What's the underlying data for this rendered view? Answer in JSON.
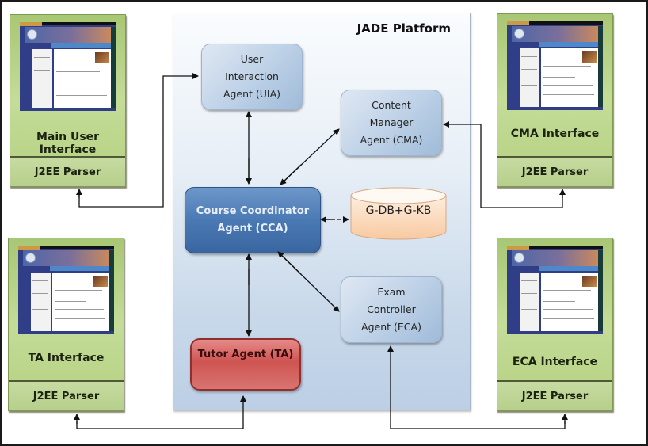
{
  "diagram": {
    "platform_title": "JADE Platform",
    "agents": {
      "uia": "User\nInteraction\nAgent (UIA)",
      "cma": "Content\nManager\nAgent (CMA)",
      "cca": "Course Coordinator\nAgent (CCA)",
      "eca": "Exam\nController\nAgent (ECA)",
      "ta": "Tutor Agent (TA)"
    },
    "database": {
      "label": "G-DB+G-KB"
    },
    "interfaces": [
      {
        "id": "main",
        "label": "Main User Interface",
        "parser": "J2EE Parser"
      },
      {
        "id": "cma",
        "label": "CMA Interface",
        "parser": "J2EE Parser"
      },
      {
        "id": "ta",
        "label": "TA Interface",
        "parser": "J2EE Parser"
      },
      {
        "id": "eca",
        "label": "ECA Interface",
        "parser": "J2EE Parser"
      }
    ],
    "connections": [
      {
        "from": "main-interface",
        "to": "uia",
        "style": "solid",
        "direction": "to-both"
      },
      {
        "from": "cma-interface",
        "to": "cma",
        "style": "solid",
        "direction": "to-both"
      },
      {
        "from": "ta-interface",
        "to": "ta",
        "style": "solid",
        "direction": "to-both"
      },
      {
        "from": "eca-interface",
        "to": "eca",
        "style": "solid",
        "direction": "to-both"
      },
      {
        "from": "cca",
        "to": "uia",
        "style": "solid",
        "direction": "bidirectional"
      },
      {
        "from": "cca",
        "to": "cma",
        "style": "solid",
        "direction": "bidirectional"
      },
      {
        "from": "cca",
        "to": "eca",
        "style": "solid",
        "direction": "bidirectional"
      },
      {
        "from": "cca",
        "to": "ta",
        "style": "solid",
        "direction": "bidirectional"
      },
      {
        "from": "cca",
        "to": "database",
        "style": "dashed",
        "direction": "bidirectional"
      }
    ],
    "colors": {
      "interface_green": "#b4d080",
      "agent_light_blue": "#bcd0e6",
      "cca_blue": "#4a79b4",
      "ta_red": "#cf5451",
      "database_peach": "#fbd8bc"
    }
  }
}
